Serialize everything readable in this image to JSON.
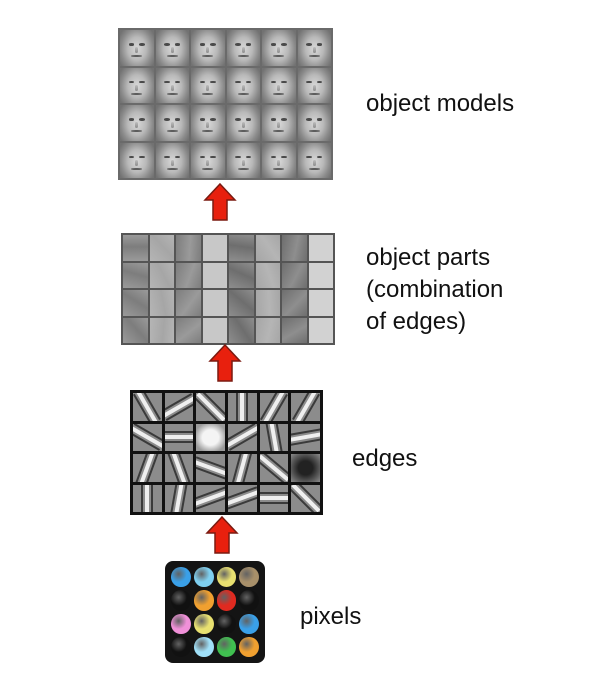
{
  "layers": [
    {
      "id": "object-models",
      "label_lines": [
        "object models"
      ]
    },
    {
      "id": "object-parts",
      "label_lines": [
        "object parts",
        "(combination",
        "of edges)"
      ]
    },
    {
      "id": "edges",
      "label_lines": [
        "edges"
      ]
    },
    {
      "id": "pixels",
      "label_lines": [
        "pixels"
      ]
    }
  ],
  "colors": {
    "arrow": "#e8200e",
    "arrow_outline": "#7a1a10",
    "pixel_grid": [
      "#3aa0e8",
      "#7fd0f0",
      "#e8e070",
      "#a8906a",
      "#111111",
      "#f0a030",
      "#e02a20",
      "#111111",
      "#f090d8",
      "#e8e070",
      "#111111",
      "#3aa0e8",
      "#111111",
      "#a0e0f8",
      "#40c050",
      "#f0a030"
    ]
  }
}
